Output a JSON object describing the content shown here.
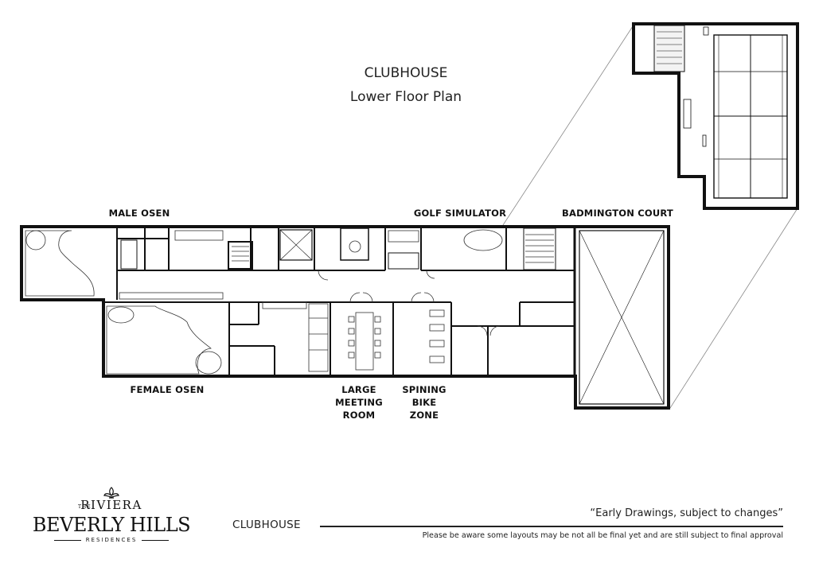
{
  "header": {
    "title": "CLUBHOUSE",
    "subtitle": "Lower Floor Plan"
  },
  "rooms": {
    "male_osen": "MALE OSEN",
    "golf_simulator": "GOLF SIMULATOR",
    "badmington_court": "BADMINGTON COURT",
    "female_osen": "FEMALE OSEN",
    "large_meeting_room": [
      "LARGE",
      "MEETING",
      "ROOM"
    ],
    "spining_bike_zone": [
      "SPINING",
      "BIKE",
      "ZONE"
    ]
  },
  "logo": {
    "the": "THE",
    "riviera": "RIVIERA",
    "brand": "BEVERLY HILLS",
    "residences": "RESIDENCES"
  },
  "footer": {
    "name": "CLUBHOUSE",
    "quote": "“Early Drawings, subject to changes”",
    "note": "Please be aware some layouts may be not all be final yet and are still subject to final approval"
  }
}
